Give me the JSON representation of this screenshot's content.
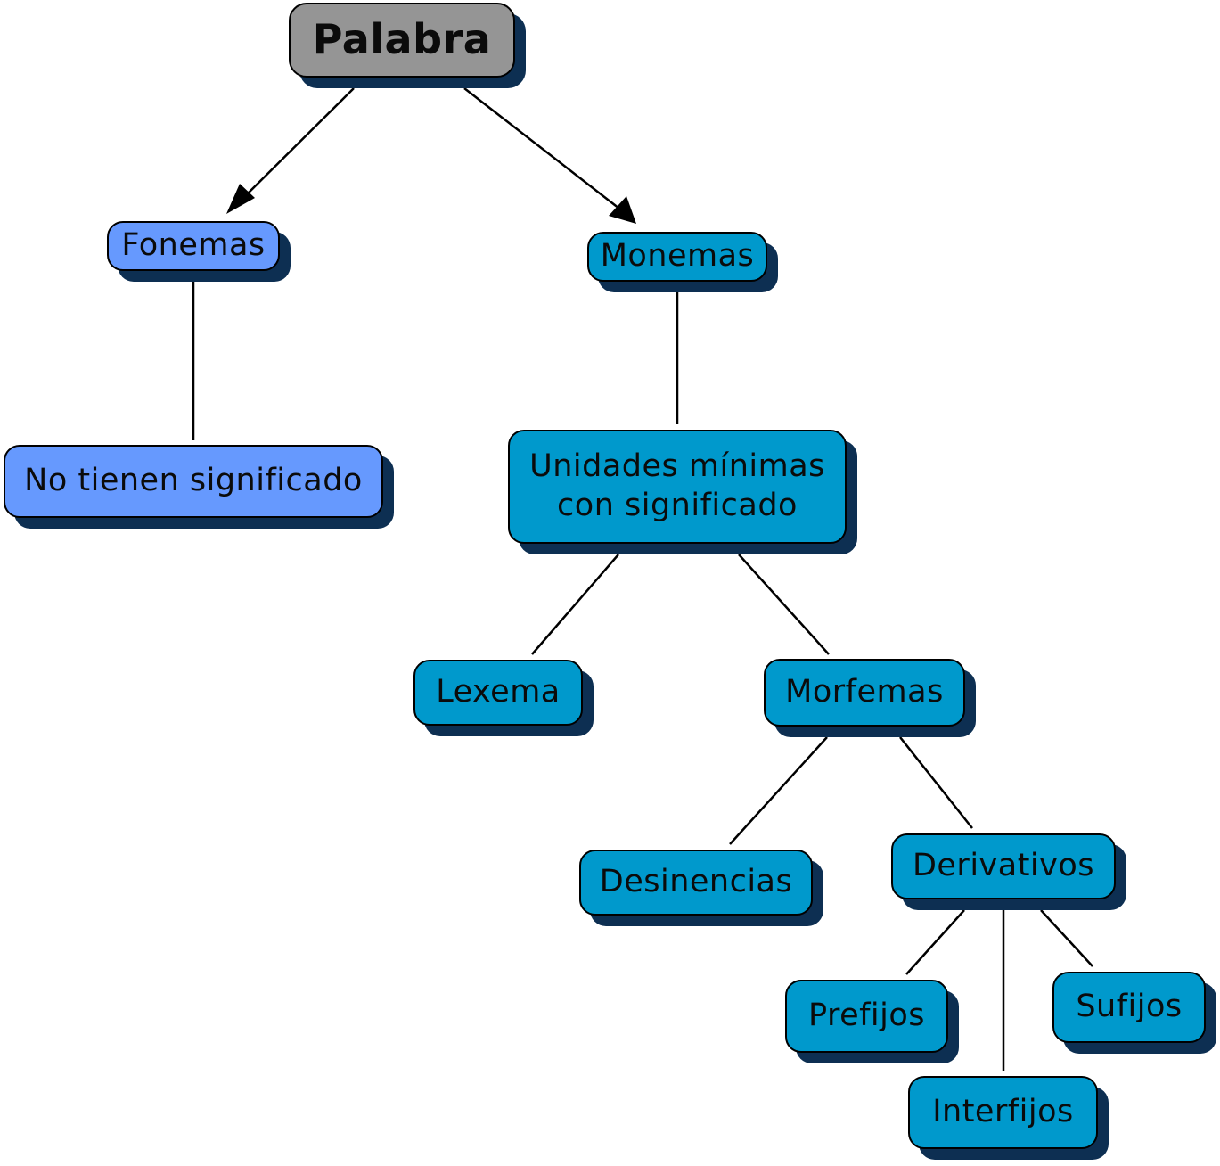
{
  "colors": {
    "root_fill": "#959595",
    "light_fill": "#6699fe",
    "dark_fill": "#0099cc",
    "shadow": "#0d2f52",
    "line": "#000000"
  },
  "nodes": {
    "palabra": "Palabra",
    "fonemas": "Fonemas",
    "monemas": "Monemas",
    "no_significado": "No tienen significado",
    "unidades": "Unidades mínimas con significado",
    "lexema": "Lexema",
    "morfemas": "Morfemas",
    "desinencias": "Desinencias",
    "derivativos": "Derivativos",
    "prefijos": "Prefijos",
    "sufijos": "Sufijos",
    "interfijos": "Interfijos"
  },
  "links": [
    {
      "from": "palabra",
      "to": "fonemas",
      "arrow": true
    },
    {
      "from": "palabra",
      "to": "monemas",
      "arrow": true
    },
    {
      "from": "fonemas",
      "to": "no_significado",
      "arrow": false
    },
    {
      "from": "monemas",
      "to": "unidades",
      "arrow": false
    },
    {
      "from": "unidades",
      "to": "lexema",
      "arrow": false
    },
    {
      "from": "unidades",
      "to": "morfemas",
      "arrow": false
    },
    {
      "from": "morfemas",
      "to": "desinencias",
      "arrow": false
    },
    {
      "from": "morfemas",
      "to": "derivativos",
      "arrow": false
    },
    {
      "from": "derivativos",
      "to": "prefijos",
      "arrow": false
    },
    {
      "from": "derivativos",
      "to": "interfijos",
      "arrow": false
    },
    {
      "from": "derivativos",
      "to": "sufijos",
      "arrow": false
    }
  ]
}
